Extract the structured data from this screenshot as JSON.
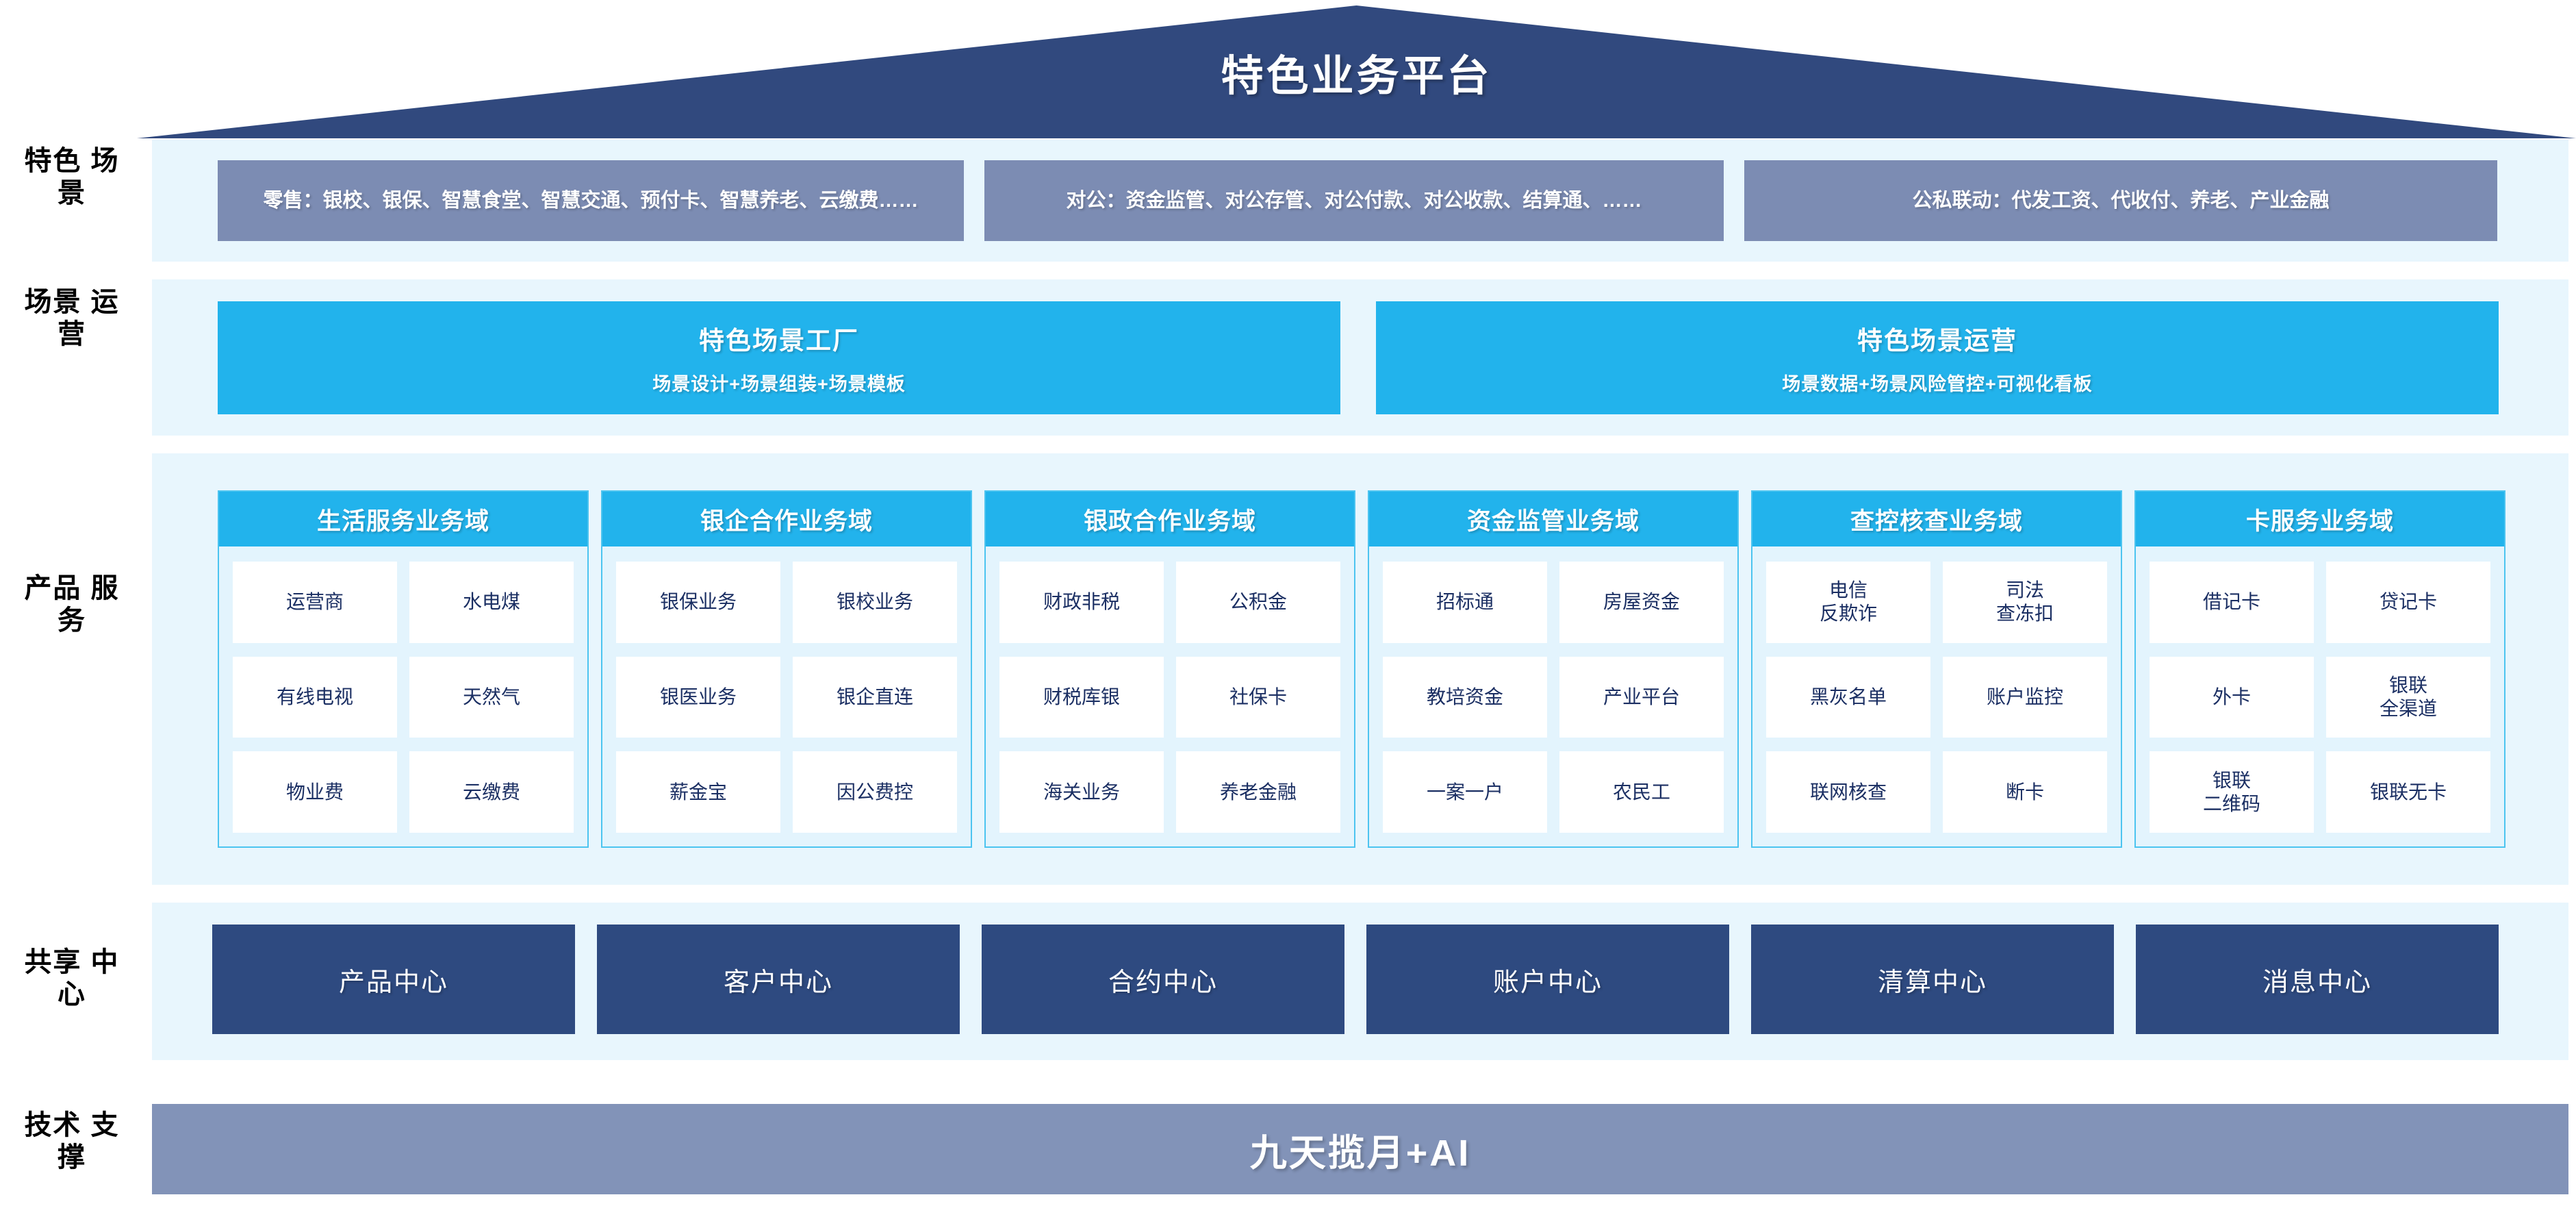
{
  "header": {
    "title": "特色业务平台"
  },
  "row_labels": [
    {
      "key": "scene",
      "label": "特色\n场景"
    },
    {
      "key": "operation",
      "label": "场景\n运营"
    },
    {
      "key": "product",
      "label": "产品\n服务"
    },
    {
      "key": "center",
      "label": "共享\n中心"
    },
    {
      "key": "tech",
      "label": "技术\n支撑"
    }
  ],
  "scene_row": {
    "boxes": [
      {
        "text": "零售：银校、银保、智慧食堂、智慧交通、预付卡、智慧养老、云缴费……"
      },
      {
        "text": "对公：资金监管、对公存管、对公付款、对公收款、结算通、……"
      },
      {
        "text": "公私联动：代发工资、代收付、养老、产业金融"
      }
    ]
  },
  "operation_row": {
    "boxes": [
      {
        "title": "特色场景工厂",
        "subtitle": "场景设计+场景组装+场景模板"
      },
      {
        "title": "特色场景运营",
        "subtitle": "场景数据+场景风险管控+可视化看板"
      }
    ]
  },
  "product_row": {
    "columns": [
      {
        "title": "生活服务业务域",
        "items": [
          "运营商",
          "水电煤",
          "有线电视",
          "天然气",
          "物业费",
          "云缴费"
        ]
      },
      {
        "title": "银企合作业务域",
        "items": [
          "银保业务",
          "银校业务",
          "银医业务",
          "银企直连",
          "薪金宝",
          "因公费控"
        ]
      },
      {
        "title": "银政合作业务域",
        "items": [
          "财政非税",
          "公积金",
          "财税库银",
          "社保卡",
          "海关业务",
          "养老金融"
        ]
      },
      {
        "title": "资金监管业务域",
        "items": [
          "招标通",
          "房屋资金",
          "教培资金",
          "产业平台",
          "一案一户",
          "农民工"
        ]
      },
      {
        "title": "查控核查业务域",
        "items": [
          "电信\n反欺诈",
          "司法\n查冻扣",
          "黑灰名单",
          "账户监控",
          "联网核查",
          "断卡"
        ]
      },
      {
        "title": "卡服务业务域",
        "items": [
          "借记卡",
          "贷记卡",
          "外卡",
          "银联\n全渠道",
          "银联\n二维码",
          "银联无卡"
        ]
      }
    ]
  },
  "center_row": {
    "boxes": [
      {
        "label": "产品中心"
      },
      {
        "label": "客户中心"
      },
      {
        "label": "合约中心"
      },
      {
        "label": "账户中心"
      },
      {
        "label": "清算中心"
      },
      {
        "label": "消息中心"
      }
    ]
  },
  "tech_row": {
    "label": "九天揽月+AI"
  },
  "colors": {
    "roof": "#31497e",
    "band_bg": "#e8f6fd",
    "scene_box": "#7c8cb3",
    "cyan": "#22b3ec",
    "card_panel": "#e3f4fd",
    "card_border": "#4cc4f0",
    "item_bg": "#ffffff",
    "item_text": "#1b2f63",
    "center_box": "#2e4a80",
    "tech_bar": "#8293b8",
    "page_bg": "#ffffff"
  }
}
